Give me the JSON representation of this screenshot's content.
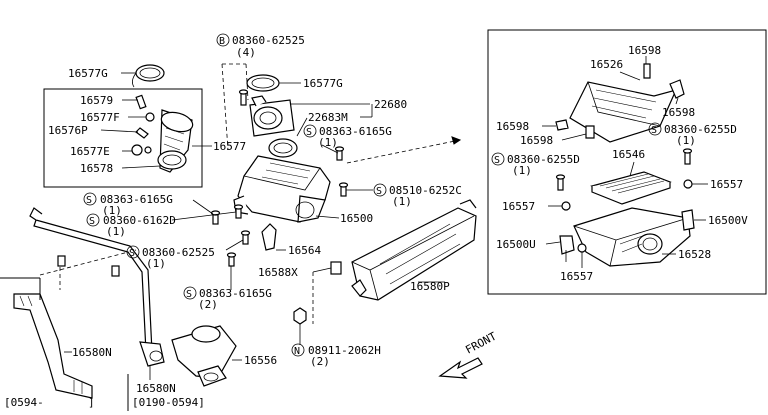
{
  "labels": {
    "p16577G_top": "16577G",
    "p16579": "16579",
    "p16577F": "16577F",
    "p16576P": "16576P",
    "p16577E": "16577E",
    "p16578": "16578",
    "p16577": "16577",
    "b08360_62525": "08360-62525",
    "b08360_62525_qty": "(4)",
    "p16577G_right": "16577G",
    "p22683M": "22683M",
    "p22680": "22680",
    "s08363_6165G_a": "08363-6165G",
    "s08363_6165G_a_qty": "(1)",
    "s08363_6165G_b": "08363-6165G",
    "s08363_6165G_b_qty": "(1)",
    "s08360_6162D": "08360-6162D",
    "s08360_6162D_qty": "(1)",
    "s08510_6252C": "08510-6252C",
    "s08510_6252C_qty": "(1)",
    "p16500": "16500",
    "s08360_62525": "08360-62525",
    "s08360_62525_qty": "(1)",
    "p16564": "16564",
    "p16588X": "16588X",
    "s08363_6165G_c": "08363-6165G",
    "s08363_6165G_c_qty": "(2)",
    "p16580P": "16580P",
    "n08911_2062H": "08911-2062H",
    "n08911_2062H_qty": "(2)",
    "p16556": "16556",
    "p16580N_left": "16580N",
    "p16580N_bottom": "16580N",
    "date_0594": "[0594-",
    "date_0594_end": "]",
    "date_0190": "[0190-0594]",
    "front": "FRONT",
    "r16598_top": "16598",
    "r16526": "16526",
    "r16598_right": "16598",
    "r16598_left": "16598",
    "r16598_bottom": "16598",
    "r08360_6255D_right": "08360-6255D",
    "r08360_6255D_right_qty": "(1)",
    "r08360_6255D_left": "08360-6255D",
    "r08360_6255D_left_qty": "(1)",
    "r16546": "16546",
    "r16557_right": "16557",
    "r16557_left": "16557",
    "r16500V": "16500V",
    "r16500U": "16500U",
    "r16528": "16528",
    "r16557_bottom": "16557"
  },
  "symbols": {
    "s": "S",
    "b": "B",
    "n": "N"
  }
}
